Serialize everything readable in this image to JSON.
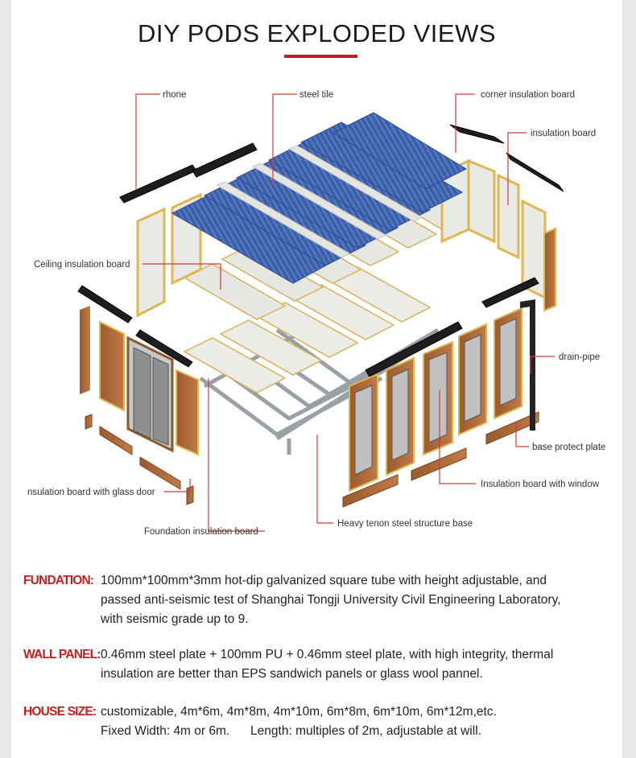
{
  "title": "DIY PODS EXPLODED VIEWS",
  "colors": {
    "accent": "#c21f1f",
    "roof": "#3b5fa8",
    "wood": "#b06a3a",
    "insulation": "#e9c36a"
  },
  "labels": {
    "rhone": "rhone",
    "steel_tile": "steel tile",
    "corner_insulation_board": "corner insulation board",
    "insulation_board": "insulation board",
    "ceiling_insulation_board": "Ceiling insulation board",
    "drain_pipe": "drain-pipe",
    "base_protect_plate": "base protect plate",
    "insulation_board_with_window": "Insulation board with window",
    "insulation_board_with_glass_door": "nsulation board with glass door",
    "heavy_tenon_base": "Heavy tenon steel structure base",
    "foundation_insulation_board": "Foundation insulation board"
  },
  "specs": [
    {
      "key": "FUNDATION:",
      "lines": [
        "100mm*100mm*3mm hot-dip galvanized square tube with height adjustable, and",
        "passed anti-seismic test of Shanghai Tongji University Civil Engineering Laboratory,",
        "with seismic grade up to 9."
      ]
    },
    {
      "key": "WALL PANEL:",
      "lines": [
        "0.46mm steel plate + 100mm PU + 0.46mm steel plate, with high integrity, thermal",
        "insulation  are better than EPS sandwich panels or glass wool pannel."
      ]
    },
    {
      "key": "HOUSE SIZE:",
      "lines": [
        "customizable, 4m*6m, 4m*8m, 4m*10m, 6m*8m, 6m*10m, 6m*12m,etc.",
        "Fixed Width: 4m or 6m.      Length: multiples of 2m, adjustable at will."
      ]
    }
  ]
}
